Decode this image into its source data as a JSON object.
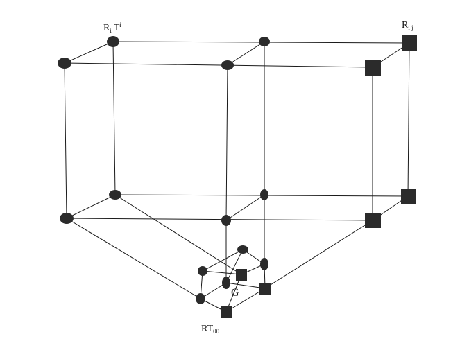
{
  "diagram": {
    "labels": {
      "ri_ti": {
        "main": "R",
        "sub": "i",
        "main2": "T",
        "sup": "i"
      },
      "rij": {
        "main": "R",
        "sub": "i j"
      },
      "rt00": {
        "main": "RT",
        "sub": "00"
      },
      "g": "G"
    },
    "colors": {
      "stroke": "#1a1a1a",
      "node": "#2b2b2b",
      "background": "#ffffff"
    }
  }
}
